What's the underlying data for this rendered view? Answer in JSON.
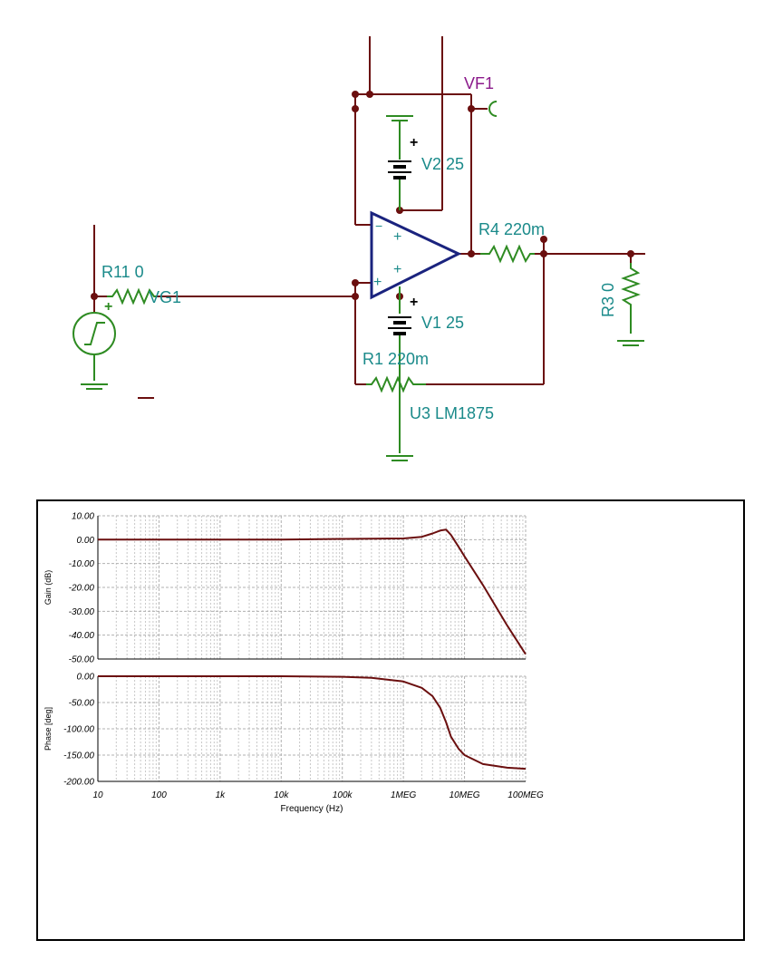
{
  "colors": {
    "wire": "#6b0f0f",
    "label": "#1a8a8a",
    "vf_label": "#8b1a8b",
    "component": "#2e8b22",
    "opamp": "#1a237e",
    "trace": "#6b0f0f"
  },
  "schematic": {
    "labels": {
      "vf1": "VF1",
      "v2": "V2 25",
      "v1": "V1 25",
      "r4": "R4 220m",
      "r11": "R11 0",
      "vg1": "VG1",
      "r3": "R3 0",
      "r1": "R1 220m",
      "u3": "U3 LM1875",
      "opamp_minus": "−",
      "opamp_plus_in": "+",
      "opamp_plus_top": "+",
      "opamp_plus_bot": "+",
      "v2_plus": "+",
      "v1_plus": "+",
      "vg1_plus": "+"
    }
  },
  "chart_data": [
    {
      "type": "line",
      "title": "",
      "xlabel": "",
      "ylabel": "Gain (dB)",
      "xscale": "log",
      "xlim": [
        10,
        100000000
      ],
      "ylim": [
        -50,
        10
      ],
      "grid": true,
      "yticks": [
        "10.00",
        "0.00",
        "-10.00",
        "-20.00",
        "-30.00",
        "-40.00",
        "-50.00"
      ],
      "series": [
        {
          "x": [
            10,
            100,
            1000,
            10000,
            100000,
            1000000,
            2000000,
            3000000,
            4000000,
            5000000,
            6000000,
            8000000,
            10000000,
            20000000,
            50000000,
            100000000
          ],
          "y": [
            0,
            0,
            0,
            0,
            0.3,
            0.5,
            1.2,
            2.6,
            3.8,
            4.2,
            2.0,
            -3.0,
            -7.0,
            -19.0,
            -36.0,
            -48.0
          ]
        }
      ]
    },
    {
      "type": "line",
      "title": "",
      "xlabel": "Frequency (Hz)",
      "ylabel": "Phase [deg]",
      "xscale": "log",
      "xlim": [
        10,
        100000000
      ],
      "ylim": [
        -200,
        0
      ],
      "grid": true,
      "yticks": [
        "0.00",
        "-50.00",
        "-100.00",
        "-150.00",
        "-200.00"
      ],
      "xticks": [
        "10",
        "100",
        "1k",
        "10k",
        "100k",
        "1MEG",
        "10MEG",
        "100MEG"
      ],
      "series": [
        {
          "x": [
            10,
            100,
            1000,
            10000,
            100000,
            300000,
            1000000,
            2000000,
            3000000,
            4000000,
            5000000,
            6000000,
            8000000,
            10000000,
            20000000,
            50000000,
            100000000
          ],
          "y": [
            0,
            0,
            0,
            0,
            -1,
            -3,
            -10,
            -22,
            -38,
            -60,
            -88,
            -115,
            -138,
            -150,
            -167,
            -174,
            -176
          ]
        }
      ]
    }
  ]
}
